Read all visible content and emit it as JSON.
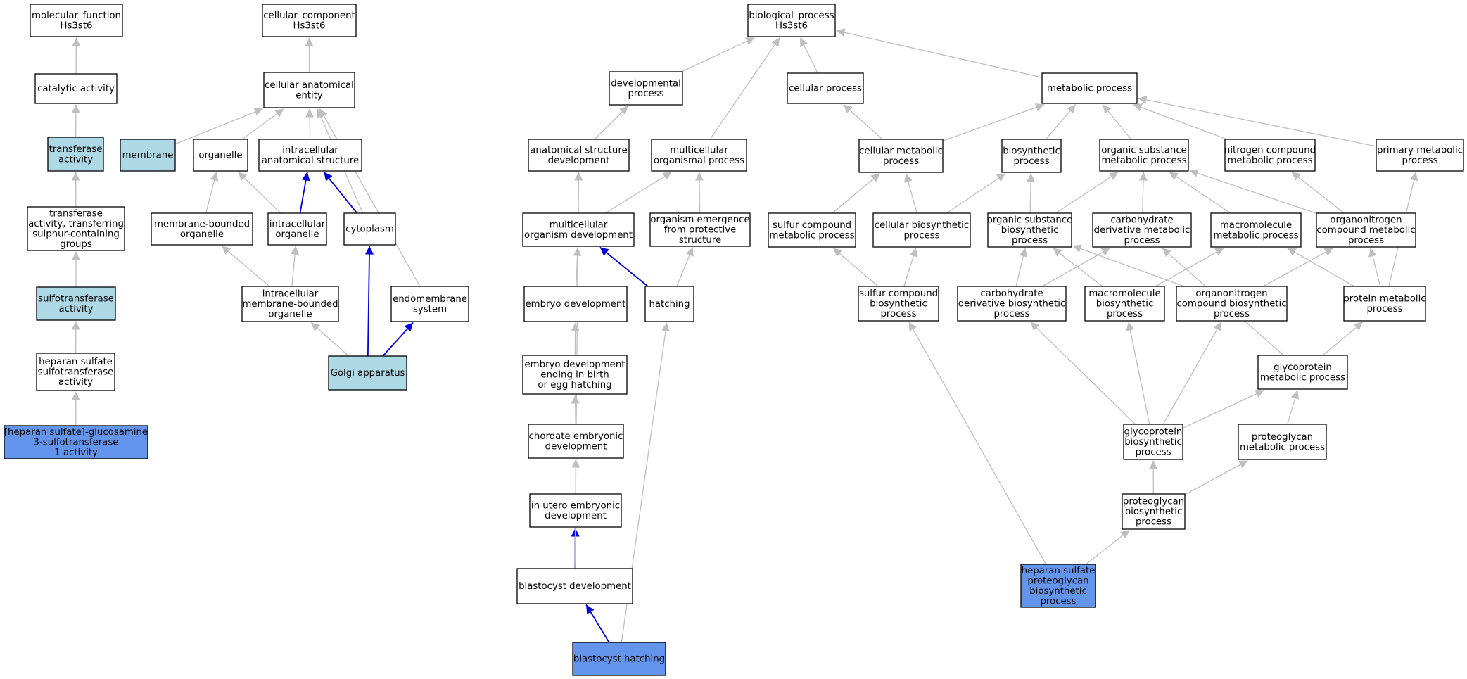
{
  "colors": {
    "edge_gray": "#bfbfbf",
    "edge_blue": "#0000dd",
    "node_plain": "#ffffff",
    "node_light": "#add8e6",
    "node_dark": "#6495ed",
    "border": "#000000"
  },
  "nodes": [
    {
      "id": "mf",
      "lines": [
        "molecular_function",
        "Hs3st6"
      ],
      "fill": "plain"
    },
    {
      "id": "cat",
      "lines": [
        "catalytic activity"
      ],
      "fill": "plain"
    },
    {
      "id": "trans",
      "lines": [
        "transferase",
        "activity"
      ],
      "fill": "light"
    },
    {
      "id": "transS",
      "lines": [
        "transferase",
        "activity, transferring",
        "sulphur-containing",
        "groups"
      ],
      "fill": "plain"
    },
    {
      "id": "sulfo",
      "lines": [
        "sulfotransferase",
        "activity"
      ],
      "fill": "light"
    },
    {
      "id": "hsst",
      "lines": [
        "heparan sulfate",
        "sulfotransferase",
        "activity"
      ],
      "fill": "plain"
    },
    {
      "id": "hsg",
      "lines": [
        "[heparan sulfate]-glucosamine",
        "3-sulfotransferase",
        "1 activity"
      ],
      "fill": "dark"
    },
    {
      "id": "cc",
      "lines": [
        "cellular_component",
        "Hs3st6"
      ],
      "fill": "plain"
    },
    {
      "id": "cae",
      "lines": [
        "cellular anatomical",
        "entity"
      ],
      "fill": "plain"
    },
    {
      "id": "mem",
      "lines": [
        "membrane"
      ],
      "fill": "light"
    },
    {
      "id": "org",
      "lines": [
        "organelle"
      ],
      "fill": "plain"
    },
    {
      "id": "ias",
      "lines": [
        "intracellular",
        "anatomical structure"
      ],
      "fill": "plain"
    },
    {
      "id": "mbo",
      "lines": [
        "membrane-bounded",
        "organelle"
      ],
      "fill": "plain"
    },
    {
      "id": "io",
      "lines": [
        "intracellular",
        "organelle"
      ],
      "fill": "plain"
    },
    {
      "id": "cyto",
      "lines": [
        "cytoplasm"
      ],
      "fill": "plain"
    },
    {
      "id": "imbo",
      "lines": [
        "intracellular",
        "membrane-bounded",
        "organelle"
      ],
      "fill": "plain"
    },
    {
      "id": "endo",
      "lines": [
        "endomembrane",
        "system"
      ],
      "fill": "plain"
    },
    {
      "id": "golgi",
      "lines": [
        "Golgi apparatus"
      ],
      "fill": "light"
    },
    {
      "id": "bp",
      "lines": [
        "biological_process",
        "Hs3st6"
      ],
      "fill": "plain"
    },
    {
      "id": "dev",
      "lines": [
        "developmental",
        "process"
      ],
      "fill": "plain"
    },
    {
      "id": "cp",
      "lines": [
        "cellular process"
      ],
      "fill": "plain"
    },
    {
      "id": "mp",
      "lines": [
        "metabolic process"
      ],
      "fill": "plain"
    },
    {
      "id": "asd",
      "lines": [
        "anatomical structure",
        "development"
      ],
      "fill": "plain"
    },
    {
      "id": "mop",
      "lines": [
        "multicellular",
        "organismal process"
      ],
      "fill": "plain"
    },
    {
      "id": "cmp",
      "lines": [
        "cellular metabolic",
        "process"
      ],
      "fill": "plain"
    },
    {
      "id": "bsp",
      "lines": [
        "biosynthetic",
        "process"
      ],
      "fill": "plain"
    },
    {
      "id": "osmp",
      "lines": [
        "organic substance",
        "metabolic process"
      ],
      "fill": "plain"
    },
    {
      "id": "ncmp",
      "lines": [
        "nitrogen compound",
        "metabolic process"
      ],
      "fill": "plain"
    },
    {
      "id": "pmp",
      "lines": [
        "primary metabolic",
        "process"
      ],
      "fill": "plain"
    },
    {
      "id": "mod",
      "lines": [
        "multicellular",
        "organism development"
      ],
      "fill": "plain"
    },
    {
      "id": "oefps",
      "lines": [
        "organism emergence",
        "from protective",
        "structure"
      ],
      "fill": "plain"
    },
    {
      "id": "scmp",
      "lines": [
        "sulfur compound",
        "metabolic process"
      ],
      "fill": "plain"
    },
    {
      "id": "cbp",
      "lines": [
        "cellular biosynthetic",
        "process"
      ],
      "fill": "plain"
    },
    {
      "id": "osbp",
      "lines": [
        "organic substance",
        "biosynthetic",
        "process"
      ],
      "fill": "plain"
    },
    {
      "id": "cdmp",
      "lines": [
        "carbohydrate",
        "derivative metabolic",
        "process"
      ],
      "fill": "plain"
    },
    {
      "id": "mmp",
      "lines": [
        "macromolecule",
        "metabolic process"
      ],
      "fill": "plain"
    },
    {
      "id": "oncmp",
      "lines": [
        "organonitrogen",
        "compound metabolic",
        "process"
      ],
      "fill": "plain"
    },
    {
      "id": "ed",
      "lines": [
        "embryo development"
      ],
      "fill": "plain"
    },
    {
      "id": "hatch",
      "lines": [
        "hatching"
      ],
      "fill": "plain"
    },
    {
      "id": "scbp",
      "lines": [
        "sulfur compound",
        "biosynthetic",
        "process"
      ],
      "fill": "plain"
    },
    {
      "id": "cdbp",
      "lines": [
        "carbohydrate",
        "derivative biosynthetic",
        "process"
      ],
      "fill": "plain"
    },
    {
      "id": "mbp",
      "lines": [
        "macromolecule",
        "biosynthetic",
        "process"
      ],
      "fill": "plain"
    },
    {
      "id": "oncbp",
      "lines": [
        "organonitrogen",
        "compound biosynthetic",
        "process"
      ],
      "fill": "plain"
    },
    {
      "id": "prmp",
      "lines": [
        "protein metabolic",
        "process"
      ],
      "fill": "plain"
    },
    {
      "id": "edeb",
      "lines": [
        "embryo development",
        "ending in birth",
        "or egg hatching"
      ],
      "fill": "plain"
    },
    {
      "id": "gmp",
      "lines": [
        "glycoprotein",
        "metabolic process"
      ],
      "fill": "plain"
    },
    {
      "id": "ced",
      "lines": [
        "chordate embryonic",
        "development"
      ],
      "fill": "plain"
    },
    {
      "id": "gbp",
      "lines": [
        "glycoprotein",
        "biosynthetic",
        "process"
      ],
      "fill": "plain"
    },
    {
      "id": "pgmp",
      "lines": [
        "proteoglycan",
        "metabolic process"
      ],
      "fill": "plain"
    },
    {
      "id": "iued",
      "lines": [
        "in utero embryonic",
        "development"
      ],
      "fill": "plain"
    },
    {
      "id": "pgbp",
      "lines": [
        "proteoglycan",
        "biosynthetic",
        "process"
      ],
      "fill": "plain"
    },
    {
      "id": "bd",
      "lines": [
        "blastocyst development"
      ],
      "fill": "plain"
    },
    {
      "id": "hspg",
      "lines": [
        "heparan sulfate",
        "proteoglycan",
        "biosynthetic",
        "process"
      ],
      "fill": "dark"
    },
    {
      "id": "bh",
      "lines": [
        "blastocyst hatching"
      ],
      "fill": "dark"
    }
  ]
}
